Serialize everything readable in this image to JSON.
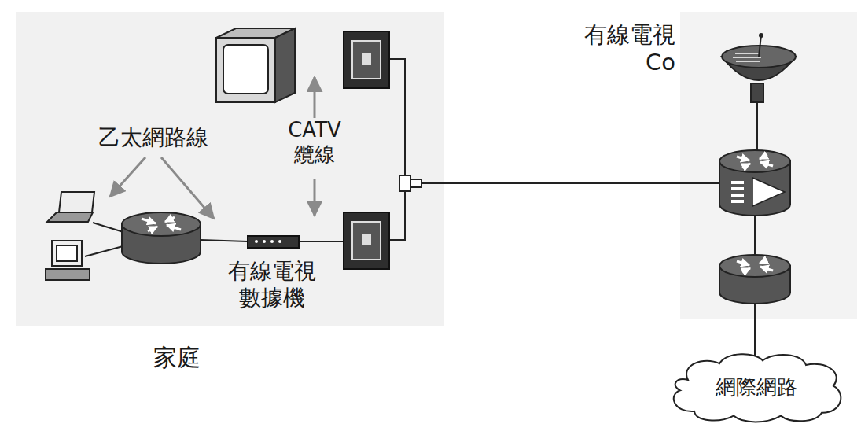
{
  "diagram": {
    "nodes": [
      {
        "text": [
          "家庭"
        ]
      },
      {
        "text": [
          "有線電視 Co"
        ]
      },
      {
        "text": [
          "網際網路"
        ]
      }
    ],
    "labels": [
      "乙太網路線",
      "CATV 纜線",
      "有線電視 數據機"
    ]
  }
}
